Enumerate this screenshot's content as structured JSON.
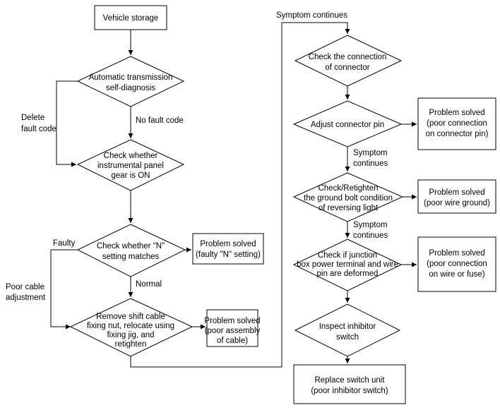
{
  "nodes": {
    "vehicle_storage": [
      "Vehicle storage"
    ],
    "at_self_diagnosis": [
      "Automatic transmission",
      "self-diagnosis"
    ],
    "check_panel_gear": [
      "Check whether",
      "instrumental panel",
      "gear is ON"
    ],
    "check_n_setting": [
      "Check whether \"N\"",
      "setting matches"
    ],
    "solved_n_setting": [
      "Problem solved",
      "(faulty \"N\" setting)"
    ],
    "remove_shift_cable": [
      "Remove shift cable",
      "fixing nut, relocate using",
      "fixing jig, and",
      "retighten"
    ],
    "solved_cable": [
      "Problem solved",
      "(poor assembly",
      "of cable)"
    ],
    "check_connector": [
      "Check the connection",
      "of connector"
    ],
    "adjust_pin": [
      "Adjust connector pin"
    ],
    "solved_pin": [
      "Problem solved",
      "(poor connection",
      "on connector pin)"
    ],
    "check_ground_bolt": [
      "Check/Retighten",
      "the ground bolt condition",
      "of reversing light"
    ],
    "solved_ground": [
      "Problem solved",
      "(poor wire ground)"
    ],
    "check_junction_box": [
      "Check if junction",
      "box power terminal and wire",
      "pin are deformed"
    ],
    "solved_wire_fuse": [
      "Problem solved",
      "(poor connection",
      "on wire or fuse)"
    ],
    "inspect_inhibitor": [
      "Inspect inhibitor",
      "switch"
    ],
    "replace_switch": [
      "Replace switch unit",
      "(poor inhibitor switch)"
    ]
  },
  "edge_labels": {
    "delete_fault_code": [
      "Delete",
      "fault code"
    ],
    "no_fault_code": [
      "No fault code"
    ],
    "faulty": [
      "Faulty"
    ],
    "poor_cable_adjustment": [
      "Poor cable",
      "adjustment"
    ],
    "normal": [
      "Normal"
    ],
    "symptom_continues_top": [
      "Symptom continues"
    ],
    "symptom_continues_1": [
      "Symptom",
      "continues"
    ],
    "symptom_continues_2": [
      "Symptom",
      "continues"
    ]
  }
}
